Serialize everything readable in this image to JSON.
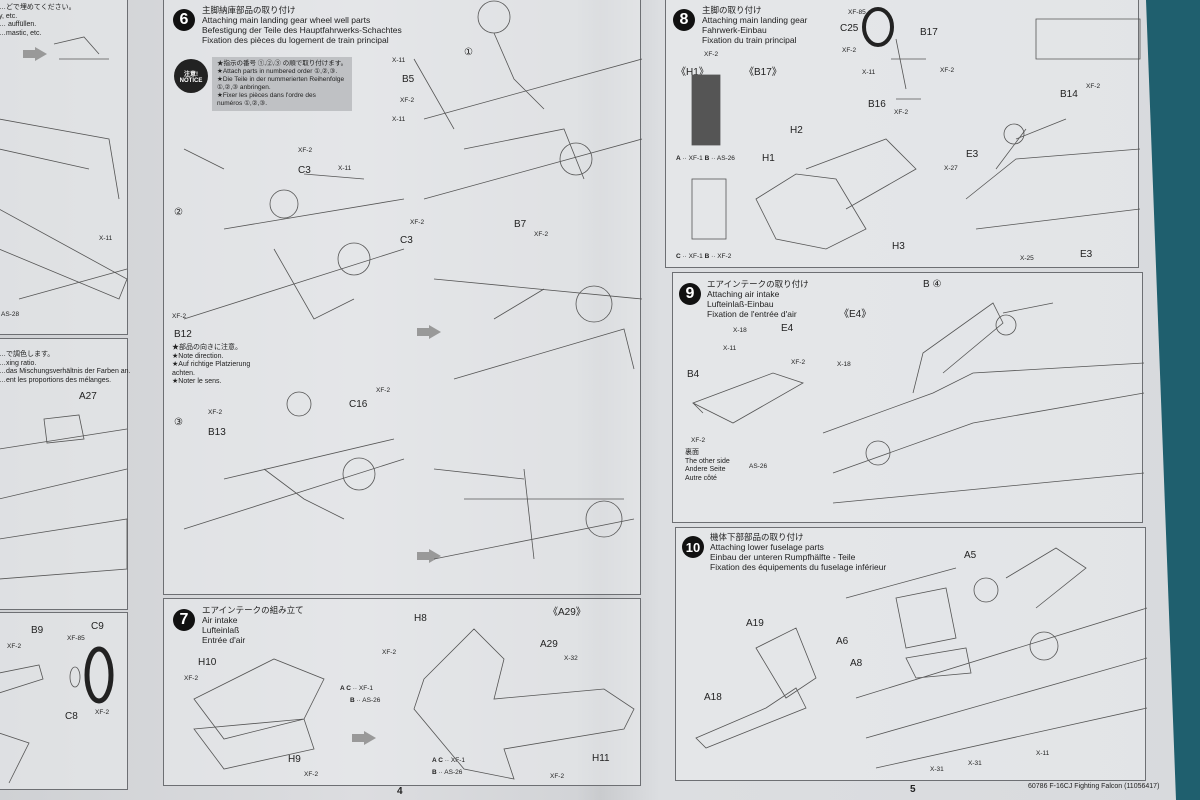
{
  "left_page": {
    "top_note": [
      "…どで埋めてください。",
      "y, etc.",
      "… auffüllen.",
      "…mastic, etc."
    ],
    "mix_note": [
      "…で調色します。",
      "…xing ratio.",
      "…das Mischungsverhältnis der Farben an.",
      "…ent les proportions des mélanges."
    ],
    "labels": [
      "X-11",
      "AS-28",
      "A27",
      "B9",
      "XF-2",
      "XF-85",
      "C9",
      "C8",
      "XF-2"
    ]
  },
  "step6": {
    "number": "6",
    "title": [
      "主脚納庫部品の取り付け",
      "Attaching main landing gear wheel well parts",
      "Befestigung der Teile des Hauptfahrwerks-Schachtes",
      "Fixation des pièces du logement de train principal"
    ],
    "notice_badge": [
      "注意!",
      "NOTICE"
    ],
    "notice": [
      "★指示の番号 ①,②,③ の順で取り付けます。",
      "★Attach parts in numbered order ①,②,③.",
      "★Die Teile in der nummerierten Reihenfolge",
      "①,②,③ anbringen.",
      "★Fixer les pièces dans l'ordre des",
      "numéros ①,②,③."
    ],
    "sub_steps": [
      "①",
      "②",
      "③"
    ],
    "direction_note": [
      "★部品の向きに注意。",
      "★Note direction.",
      "★Auf richtige Platzierung",
      "achten.",
      "★Noter le sens."
    ],
    "labels": [
      "X-11",
      "B5",
      "XF-2",
      "X-11",
      "B7",
      "XF-2",
      "XF-2",
      "C3",
      "X-11",
      "XF-2",
      "C3",
      "XF-2",
      "B12",
      "XF-2",
      "B13",
      "XF-2",
      "C16"
    ]
  },
  "step7": {
    "number": "7",
    "title": [
      "エアインテークの組み立て",
      "Air intake",
      "Lufteinlaß",
      "Entrée d'air"
    ],
    "labels": [
      "H10",
      "XF-2",
      "H9",
      "XF-2",
      "H8",
      "XF-2",
      "A29",
      "X-32",
      "《A29》",
      "H11",
      "XF-2"
    ],
    "paint_keys": [
      [
        "A C",
        "XF-1"
      ],
      [
        "B",
        "AS-26"
      ],
      [
        "A C",
        "XF-1"
      ],
      [
        "B",
        "AS-26"
      ]
    ]
  },
  "step8": {
    "number": "8",
    "title": [
      "主脚の取り付け",
      "Attaching main landing gear",
      "Fahrwerk-Einbau",
      "Fixation du train principal"
    ],
    "labels": [
      "XF-85",
      "C25",
      "XF-2",
      "B17",
      "X-11",
      "XF-2",
      "B16",
      "XF-2",
      "《H1》",
      "XF-2",
      "《B17》",
      "H2",
      "H1",
      "H3",
      "B14",
      "XF-2",
      "E3",
      "X-27",
      "X-25",
      "E3"
    ],
    "paint_keys": [
      [
        "A",
        "XF-1"
      ],
      [
        "B",
        "AS-26"
      ],
      [
        "C",
        "XF-1"
      ],
      [
        "B",
        "XF-2"
      ]
    ]
  },
  "step9": {
    "number": "9",
    "title": [
      "エアインテークの取り付け",
      "Attaching air intake",
      "Lufteinlaß-Einbau",
      "Fixation de l'entrée d'air"
    ],
    "labels": [
      "《E4》",
      "X-18",
      "E4",
      "X-11",
      "XF-2",
      "X-18",
      "B4",
      "XF-2",
      "B ④"
    ],
    "other_side": [
      "裏面",
      "The other side",
      "Andere Seite",
      "Autre côté"
    ],
    "other_side_paint": "AS-26"
  },
  "step10": {
    "number": "10",
    "title": [
      "機体下部部品の取り付け",
      "Attaching lower fuselage parts",
      "Einbau der unteren Rumpfhälfte - Teile",
      "Fixation des équipements du fuselage inférieur"
    ],
    "labels": [
      "A5",
      "A19",
      "A6",
      "A8",
      "A18",
      "X-31",
      "X-31",
      "X-11"
    ]
  },
  "footer": {
    "page_left": "4",
    "page_right": "5",
    "product": "60786 F-16CJ Fighting Falcon (11056417)"
  },
  "colors": {
    "background": "#1f5f6e",
    "paper": "#d9dbde",
    "ink": "#222222",
    "step_badge": "#111111"
  }
}
